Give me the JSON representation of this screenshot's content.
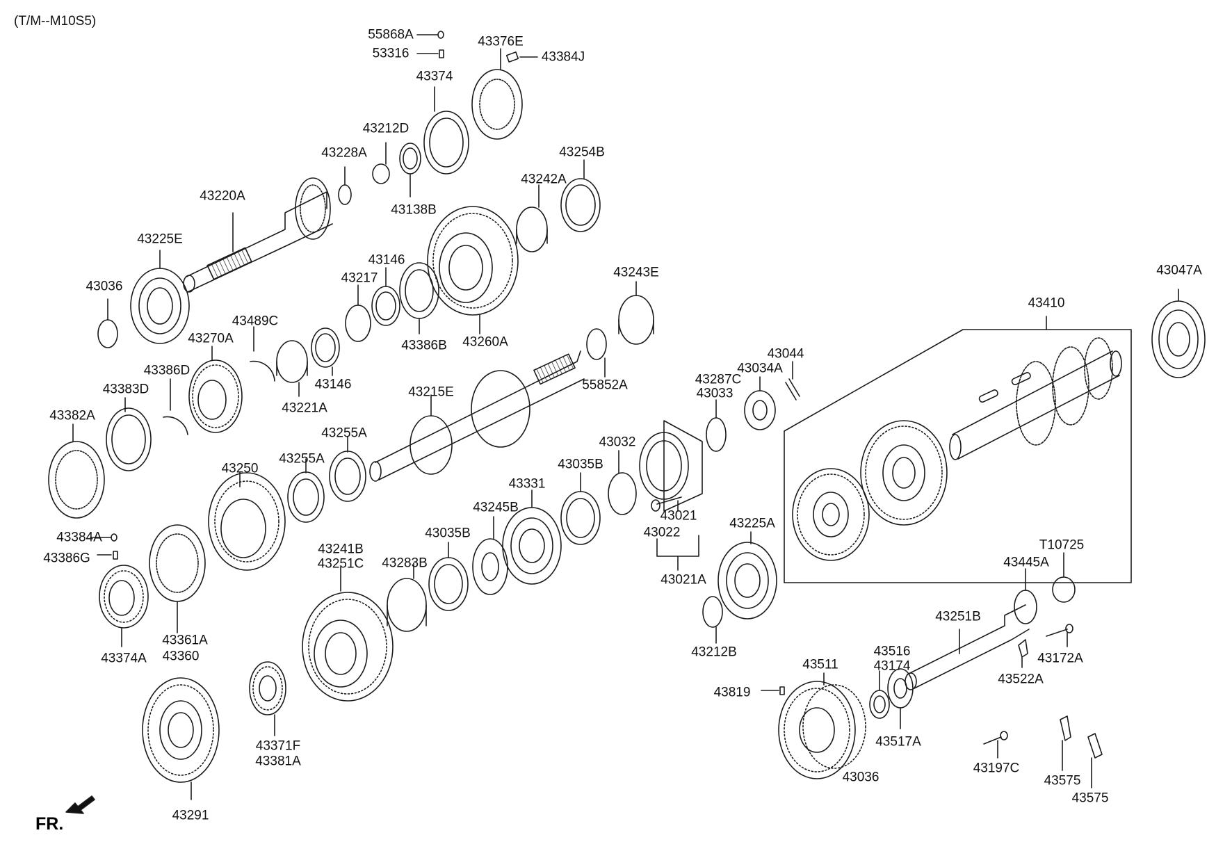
{
  "header": {
    "model": "(T/M--M10S5)"
  },
  "direction": {
    "label": "FR."
  },
  "parts": [
    {
      "label": "55868A"
    },
    {
      "label": "53316"
    },
    {
      "label": "43376E"
    },
    {
      "label": "43384J"
    },
    {
      "label": "43374"
    },
    {
      "label": "43212D"
    },
    {
      "label": "43228A"
    },
    {
      "label": "43138B"
    },
    {
      "label": "43254B"
    },
    {
      "label": "43242A"
    },
    {
      "label": "43220A"
    },
    {
      "label": "43225E"
    },
    {
      "label": "43036"
    },
    {
      "label": "43146"
    },
    {
      "label": "43217"
    },
    {
      "label": "43386B"
    },
    {
      "label": "43260A"
    },
    {
      "label": "43243E"
    },
    {
      "label": "43047A"
    },
    {
      "label": "43489C"
    },
    {
      "label": "43270A"
    },
    {
      "label": "43386D"
    },
    {
      "label": "43383D"
    },
    {
      "label": "43221A"
    },
    {
      "label": "43146"
    },
    {
      "label": "43215E"
    },
    {
      "label": "55852A"
    },
    {
      "label": "43410"
    },
    {
      "label": "43382A"
    },
    {
      "label": "43044"
    },
    {
      "label": "43287C"
    },
    {
      "label": "43034A"
    },
    {
      "label": "43033"
    },
    {
      "label": "43255A"
    },
    {
      "label": "43032"
    },
    {
      "label": "43255A"
    },
    {
      "label": "43250"
    },
    {
      "label": "43035B"
    },
    {
      "label": "43331"
    },
    {
      "label": "43245B"
    },
    {
      "label": "43021"
    },
    {
      "label": "43022"
    },
    {
      "label": "43225A"
    },
    {
      "label": "43384A"
    },
    {
      "label": "43386G"
    },
    {
      "label": "43241B"
    },
    {
      "label": "43251C"
    },
    {
      "label": "43035B"
    },
    {
      "label": "43283B"
    },
    {
      "label": "43021A"
    },
    {
      "label": "T10725"
    },
    {
      "label": "43445A"
    },
    {
      "label": "43361A"
    },
    {
      "label": "43360"
    },
    {
      "label": "43374A"
    },
    {
      "label": "43251B"
    },
    {
      "label": "43212B"
    },
    {
      "label": "43172A"
    },
    {
      "label": "43516"
    },
    {
      "label": "43174"
    },
    {
      "label": "43511"
    },
    {
      "label": "43522A"
    },
    {
      "label": "43819"
    },
    {
      "label": "43517A"
    },
    {
      "label": "43371F"
    },
    {
      "label": "43381A"
    },
    {
      "label": "43036"
    },
    {
      "label": "43197C"
    },
    {
      "label": "43575"
    },
    {
      "label": "43575"
    },
    {
      "label": "43291"
    }
  ]
}
